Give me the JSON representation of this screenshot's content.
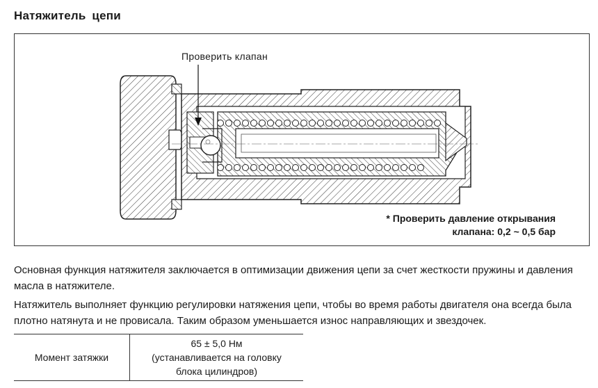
{
  "page": {
    "title": "Натяжитель  цепи"
  },
  "figure": {
    "callout": "Проверить клапан",
    "note_line1": "* Проверить давление открывания",
    "note_line2": "клапана: 0,2 ~ 0,5 бар"
  },
  "paragraphs": {
    "p1": "Основная функция натяжителя заключается в оптимизации движения цепи за счет жесткости пружины и давления масла в натяжителе.",
    "p2": "Натяжитель выполняет функцию регулировки натяжения цепи, чтобы во время работы двигателя она всегда была плотно натянута и не провисала. Таким образом уменьшается износ направляющих и звездочек."
  },
  "spec_table": {
    "label": "Момент затяжки",
    "value_line1": "65 ± 5,0 Нм",
    "value_line2": "(устанавливается на головку",
    "value_line3": "блока цилиндров)"
  }
}
